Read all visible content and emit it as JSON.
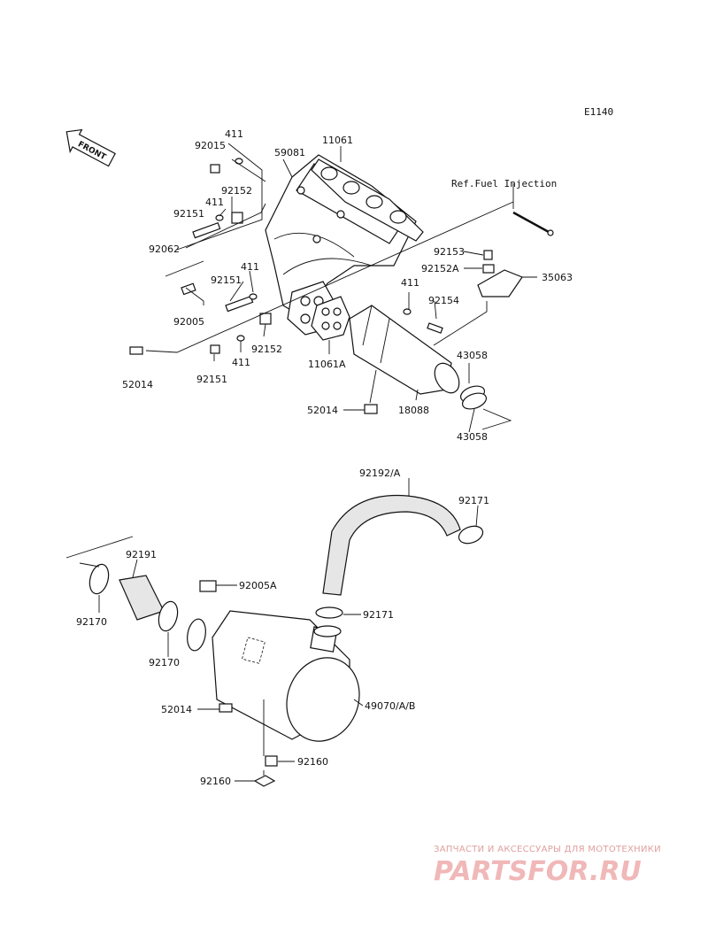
{
  "diagram": {
    "code": "E1140",
    "front_label": "FRONT",
    "ref_label": "Ref.Fuel Injection",
    "labels": [
      {
        "id": "92015",
        "text": "92015"
      },
      {
        "id": "411a",
        "text": "411"
      },
      {
        "id": "59081",
        "text": "59081"
      },
      {
        "id": "11061",
        "text": "11061"
      },
      {
        "id": "92152a",
        "text": "92152"
      },
      {
        "id": "411b",
        "text": "411"
      },
      {
        "id": "92151a",
        "text": "92151"
      },
      {
        "id": "92062",
        "text": "92062"
      },
      {
        "id": "411c",
        "text": "411"
      },
      {
        "id": "92151b",
        "text": "92151"
      },
      {
        "id": "92005",
        "text": "92005"
      },
      {
        "id": "92152b",
        "text": "92152"
      },
      {
        "id": "411d",
        "text": "411"
      },
      {
        "id": "52014a",
        "text": "52014"
      },
      {
        "id": "92151c",
        "text": "92151"
      },
      {
        "id": "11061A",
        "text": "11061A"
      },
      {
        "id": "92153",
        "text": "92153"
      },
      {
        "id": "92152A",
        "text": "92152A"
      },
      {
        "id": "35063",
        "text": "35063"
      },
      {
        "id": "411e",
        "text": "411"
      },
      {
        "id": "92154",
        "text": "92154"
      },
      {
        "id": "43058a",
        "text": "43058"
      },
      {
        "id": "52014b",
        "text": "52014"
      },
      {
        "id": "18088",
        "text": "18088"
      },
      {
        "id": "43058b",
        "text": "43058"
      },
      {
        "id": "92192A",
        "text": "92192/A"
      },
      {
        "id": "92171a",
        "text": "92171"
      },
      {
        "id": "92191",
        "text": "92191"
      },
      {
        "id": "92005A",
        "text": "92005A"
      },
      {
        "id": "92170a",
        "text": "92170"
      },
      {
        "id": "92171b",
        "text": "92171"
      },
      {
        "id": "92170b",
        "text": "92170"
      },
      {
        "id": "52014c",
        "text": "52014"
      },
      {
        "id": "49070",
        "text": "49070/A/B"
      },
      {
        "id": "92160a",
        "text": "92160"
      },
      {
        "id": "92160b",
        "text": "92160"
      }
    ]
  },
  "watermark": {
    "tagline": "ЗАПЧАСТИ И АКСЕССУАРЫ ДЛЯ МОТОТЕХНИКИ",
    "brand": "PARTSFOR.RU"
  }
}
